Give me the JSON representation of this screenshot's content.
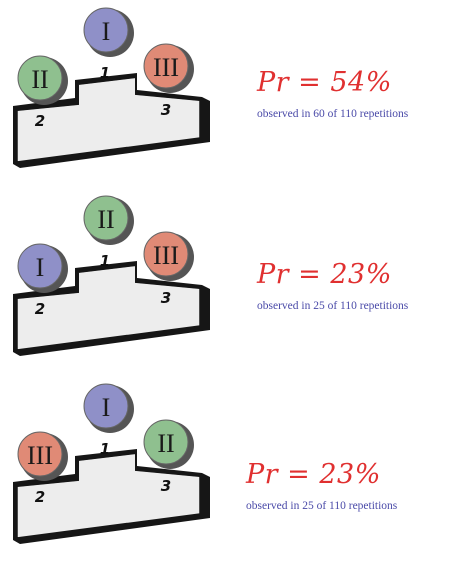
{
  "colors": {
    "red_text": "#e03030",
    "blue_text": "#4a4aa8",
    "medal_I": "#8f90c8",
    "medal_II": "#8fc08f",
    "medal_III": "#e08a76",
    "podium_face": "#ededed",
    "podium_dark": "#161616"
  },
  "podium_labels": {
    "first": "1",
    "second": "2",
    "third": "3"
  },
  "scenarios": [
    {
      "medals": {
        "first": "I",
        "second": "II",
        "third": "III"
      },
      "probability": "Pr = 54%",
      "observed": "observed in 60 of 110 repetitions"
    },
    {
      "medals": {
        "first": "II",
        "second": "I",
        "third": "III"
      },
      "probability": "Pr = 23%",
      "observed": "observed in 25 of 110 repetitions"
    },
    {
      "medals": {
        "first": "I",
        "second": "III",
        "third": "II"
      },
      "probability": "Pr = 23%",
      "observed": "observed in 25 of 110 repetitions"
    }
  ]
}
